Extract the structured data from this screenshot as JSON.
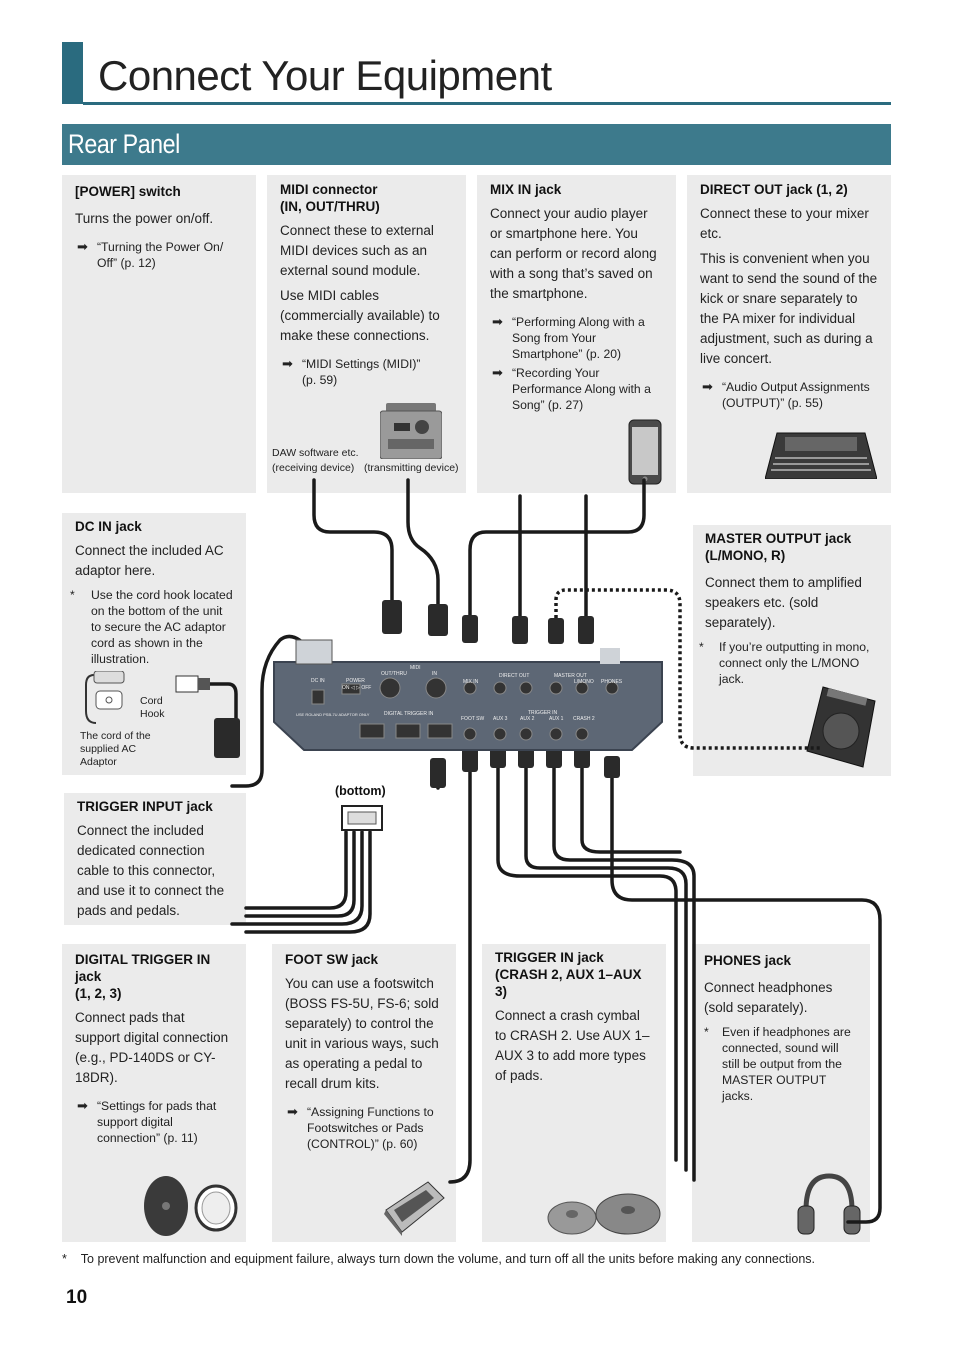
{
  "page": {
    "title": "Connect Your Equipment",
    "section": "Rear Panel",
    "number": "10",
    "footer_note": "To prevent malfunction and equipment failure, always turn down the volume, and turn off all the units before making any connections."
  },
  "boxes": {
    "power": {
      "heading": "[POWER] switch",
      "text": "Turns the power on/off.",
      "ref": "“Turning the Power On/ Off” (p. 12)"
    },
    "midi": {
      "heading1": "MIDI connector",
      "heading2": "(IN, OUT/THRU)",
      "text1": "Connect these to external MIDI devices such as an external sound module.",
      "text2": "Use MIDI cables (commercially available) to make these connections.",
      "ref": "“MIDI Settings (MIDI)” (p. 59)",
      "label_daw1": "DAW software etc.",
      "label_daw2": "(receiving device)",
      "label_tx": "(transmitting device)"
    },
    "mixin": {
      "heading": "MIX IN jack",
      "text": "Connect your audio player or smartphone here. You can perform or record along with a song that’s saved on the smartphone.",
      "ref1": "“Performing Along with a Song from Your Smartphone” (p. 20)",
      "ref2": "“Recording Your Performance Along with a Song” (p. 27)"
    },
    "direct": {
      "heading": "DIRECT OUT jack (1, 2)",
      "text1": "Connect these to your mixer etc.",
      "text2": "This is convenient when you want to send the sound of the kick or snare separately to the PA mixer for individual adjustment, such as during a live concert.",
      "ref": "“Audio Output Assignments (OUTPUT)” (p. 55)"
    },
    "dcin": {
      "heading": "DC IN jack",
      "text": "Connect the included AC adaptor here.",
      "note": "Use the cord hook located on the bottom of the unit to secure the AC adaptor cord as shown in the illustration.",
      "label_hook1": "Cord",
      "label_hook2": "Hook",
      "label_cord1": "The cord of the",
      "label_cord2": "supplied AC",
      "label_cord3": "Adaptor"
    },
    "master": {
      "heading1": "MASTER OUTPUT jack",
      "heading2": "(L/MONO, R)",
      "text": "Connect them to amplified speakers etc. (sold separately).",
      "note": "If you’re outputting in mono, connect only the L/MONO jack."
    },
    "trigger_input": {
      "heading": "TRIGGER INPUT jack",
      "text": "Connect the included dedicated connection cable to this connector, and use it to connect the pads and pedals."
    },
    "digital": {
      "heading1": "DIGITAL TRIGGER IN jack",
      "heading2": "(1, 2, 3)",
      "text": "Connect pads that support digital connection (e.g., PD-140DS or CY-18DR).",
      "ref": "“Settings for pads that support digital connection” (p. 11)"
    },
    "footsw": {
      "heading": "FOOT SW jack",
      "text": "You can use a footswitch (BOSS FS-5U, FS-6; sold separately) to control the unit in various ways, such as operating a pedal to recall drum kits.",
      "ref": "“Assigning Functions to Footswitches or Pads (CONTROL)” (p. 60)"
    },
    "trigin": {
      "heading1": "TRIGGER IN jack",
      "heading2": "(CRASH 2, AUX 1–AUX 3)",
      "text": "Connect a crash cymbal to CRASH 2. Use AUX 1–AUX 3 to add more types of pads."
    },
    "phones": {
      "heading": "PHONES jack",
      "text": "Connect headphones (sold separately).",
      "note": "Even if headphones are connected, sound will still be output from the MASTER OUTPUT jacks."
    }
  },
  "panel": {
    "bottom_label": "(bottom)",
    "labels": {
      "dcin": "DC IN",
      "power": "POWER",
      "onoff": "ON ◁ ▷ OFF",
      "midi": "MIDI",
      "outthru": "OUT/THRU",
      "in": "IN",
      "mixin": "MIX IN",
      "direct": "DIRECT OUT",
      "master": "MASTER OUT",
      "phones": "PHONES",
      "digital": "DIGITAL TRIGGER IN",
      "footsw": "FOOT SW",
      "trigger": "TRIGGER IN",
      "aux3": "AUX 3",
      "aux2": "AUX 2",
      "aux1": "AUX 1",
      "crash2": "CRASH 2",
      "n1": "1",
      "n2": "2",
      "n3": "3",
      "lmono": "L/MONO",
      "r": "R",
      "adaptor": "USE ROLAND PSB-7U ADAPTOR ONLY"
    }
  },
  "colors": {
    "accent": "#2a6b7f",
    "band": "#3d7a8c",
    "box_bg": "#ebebeb",
    "panel": "#5d6775"
  }
}
